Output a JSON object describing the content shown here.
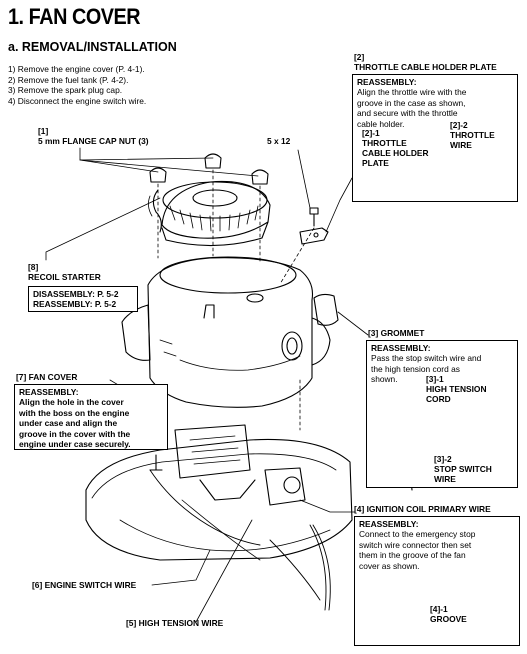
{
  "header": {
    "title": "1. FAN COVER",
    "subtitle": "a. REMOVAL/INSTALLATION"
  },
  "steps": [
    "1) Remove the engine cover (P. 4-1).",
    "2) Remove the fuel tank (P. 4-2).",
    "3) Remove the spark plug cap.",
    "4) Disconnect the engine switch wire."
  ],
  "parts": {
    "flange_nut": {
      "num": "[1]",
      "name": "5 mm FLANGE CAP NUT (3)"
    },
    "bolt": {
      "name": "5 x 12"
    },
    "throttle_plate": {
      "num": "[2]",
      "name": "THROTTLE CABLE HOLDER PLATE",
      "reassembly_label": "REASSEMBLY:",
      "reassembly_text": [
        "Align the throttle wire with the",
        "groove in the case as shown,",
        "and secure with the throttle",
        "cable holder."
      ],
      "sub1": [
        "[2]-1",
        "THROTTLE",
        "CABLE HOLDER",
        "PLATE"
      ],
      "sub2": [
        "[2]-2",
        "THROTTLE",
        "WIRE"
      ]
    },
    "recoil": {
      "num": "[8]",
      "name": "RECOIL STARTER",
      "disassembly_label": "DISASSEMBLY:",
      "disassembly_ref": "P. 5-2",
      "reassembly_label": "REASSEMBLY:",
      "reassembly_ref": "P. 5-2"
    },
    "grommet": {
      "num": "[3]",
      "name": "GROMMET",
      "reassembly_label": "REASSEMBLY:",
      "reassembly_text": [
        "Pass the stop switch wire and",
        "the high tension cord as",
        "shown."
      ],
      "sub1": [
        "[3]-1",
        "HIGH TENSION",
        "CORD"
      ],
      "sub2": [
        "[3]-2",
        "STOP SWITCH",
        "WIRE"
      ]
    },
    "fan_cover": {
      "num": "[7]",
      "name": "FAN COVER",
      "reassembly_label": "REASSEMBLY:",
      "reassembly_text": [
        "Align the hole in the cover",
        "with the boss on the engine",
        "under case and align the",
        "groove in the cover with the",
        "engine under case securely."
      ]
    },
    "ignition": {
      "num": "[4]",
      "name": "IGNITION COIL PRIMARY WIRE",
      "reassembly_label": "REASSEMBLY:",
      "reassembly_text": [
        "Connect to the emergency stop",
        "switch wire connector then set",
        "them in the groove of the fan",
        "cover as shown."
      ],
      "sub1": [
        "[4]-1",
        "GROOVE"
      ]
    },
    "engine_switch": {
      "num": "[6]",
      "name": "ENGINE SWITCH WIRE"
    },
    "high_tension": {
      "num": "[5]",
      "name": "HIGH TENSION WIRE"
    }
  }
}
